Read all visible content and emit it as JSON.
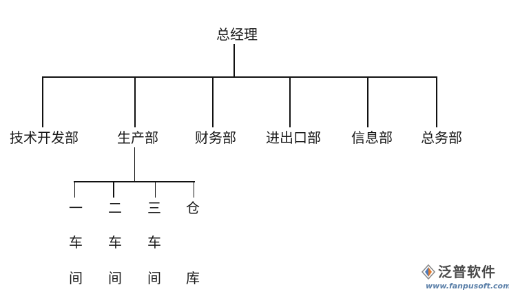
{
  "org_chart": {
    "root": "总经理",
    "departments": [
      "技术开发部",
      "生产部",
      "财务部",
      "进出口部",
      "信息部",
      "总务部"
    ],
    "production_units": [
      [
        "一",
        "车",
        "间"
      ],
      [
        "二",
        "车",
        "间"
      ],
      [
        "三",
        "车",
        "间"
      ],
      [
        "仓",
        "库"
      ]
    ]
  },
  "logo": {
    "brand": "泛普软件",
    "url": "www.fanpusoft.com"
  }
}
